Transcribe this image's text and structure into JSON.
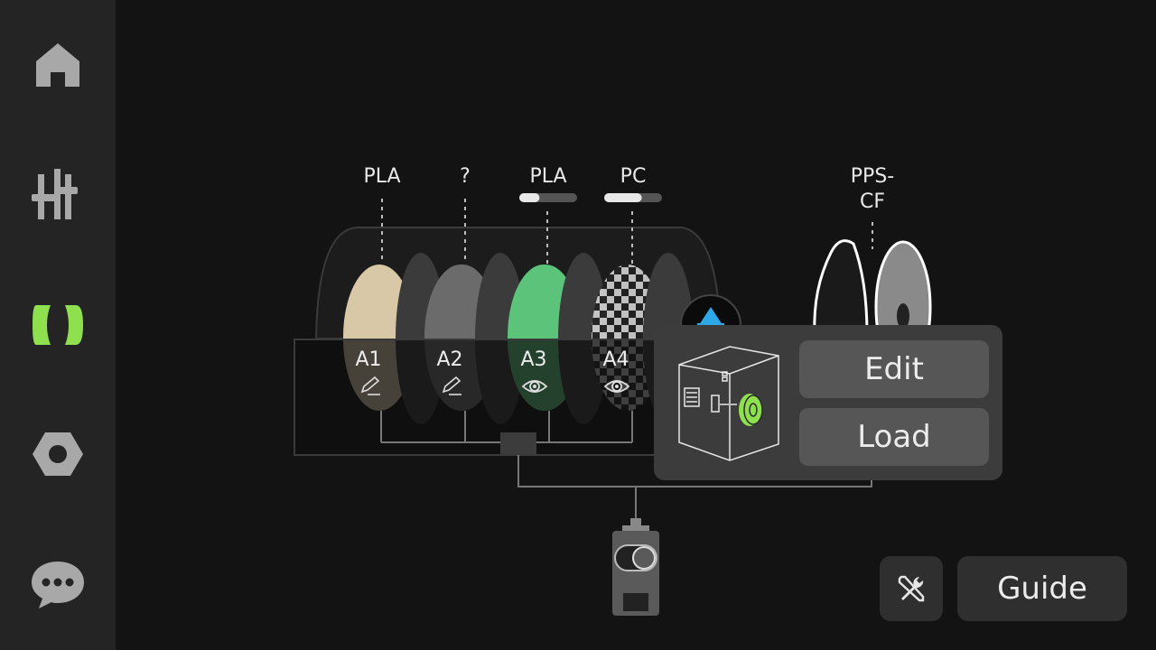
{
  "nav": [
    {
      "icon": "home-icon"
    },
    {
      "icon": "controls-sliders-icon"
    },
    {
      "icon": "filament-icon",
      "active": true
    },
    {
      "icon": "settings-nut-icon"
    },
    {
      "icon": "chat-icon"
    }
  ],
  "colors": {
    "accent": "#8fe04f",
    "background": "#131313",
    "sidebar": "#242424"
  },
  "ams": {
    "slots": [
      {
        "label": "A1",
        "material": "PLA",
        "color": "#d8c8a8",
        "icon": "edit-icon",
        "remaining": null
      },
      {
        "label": "A2",
        "material": "?",
        "color": "#6b6b6b",
        "icon": "edit-icon",
        "remaining": null
      },
      {
        "label": "A3",
        "material": "PLA",
        "color": "#5cc47a",
        "icon": "eye-icon",
        "remaining": 0.35
      },
      {
        "label": "A4",
        "material": "PC",
        "color": "transparent",
        "icon": "eye-icon",
        "remaining": 0.65
      }
    ]
  },
  "external_spool": {
    "material_line1": "PPS-",
    "material_line2": "CF"
  },
  "popup": {
    "edit_label": "Edit",
    "load_label": "Load"
  },
  "bottom": {
    "tools_icon": "tools-icon",
    "guide_label": "Guide"
  }
}
